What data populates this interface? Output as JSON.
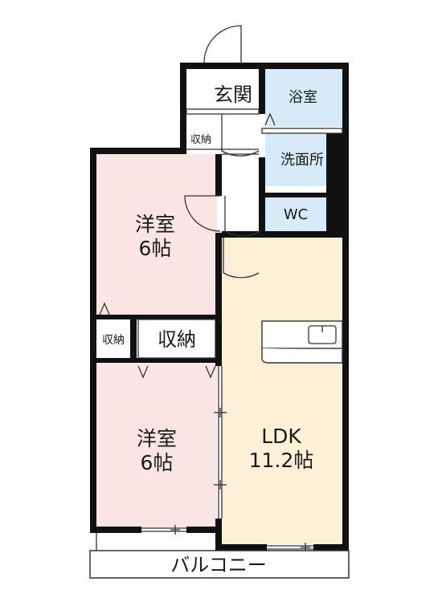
{
  "plan": {
    "rooms": {
      "western_room_top": {
        "name": "洋室",
        "size": "6帖",
        "color": "#fbe4e4"
      },
      "western_room_bottom": {
        "name": "洋室",
        "size": "6帖",
        "color": "#fbe4e4"
      },
      "ldk": {
        "name": "LDK",
        "size": "11.2帖",
        "color": "#fdf0d6"
      },
      "bathroom": {
        "name": "浴室",
        "color": "#d6ebf7"
      },
      "washroom": {
        "name": "洗面所",
        "color": "#d6ebf7"
      },
      "toilet": {
        "name": "WC",
        "color": "#d6ebf7"
      },
      "entrance": {
        "name": "玄関"
      },
      "closet_small_top": {
        "name": "収納"
      },
      "closet_small_left": {
        "name": "収納"
      },
      "closet_large": {
        "name": "収納"
      },
      "balcony": {
        "name": "バルコニー"
      }
    },
    "colors": {
      "wall": "#111111",
      "line": "#333333"
    }
  }
}
